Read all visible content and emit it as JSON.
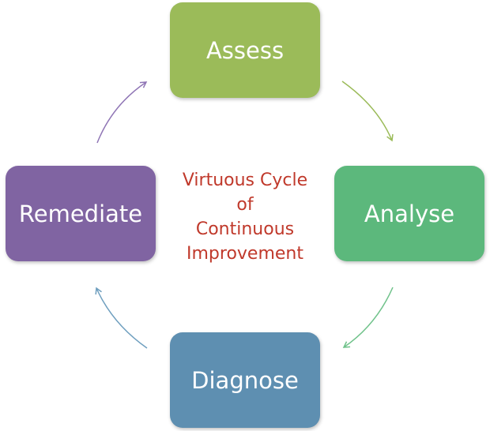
{
  "colors": {
    "assess": "#9bbb59",
    "analyse": "#5cb87c",
    "diagnose": "#5e8fb1",
    "remediate": "#8064a2",
    "center_text": "#c0392b",
    "arrow_assess_analyse": "#9bbb59",
    "arrow_analyse_diagnose": "#6fc28a",
    "arrow_diagnose_remediate": "#6f9fbf",
    "arrow_remediate_assess": "#8f75b5"
  },
  "nodes": {
    "assess": "Assess",
    "analyse": "Analyse",
    "diagnose": "Diagnose",
    "remediate": "Remediate"
  },
  "center_label": "Virtuous Cycle\nof\nContinuous\nImprovement"
}
